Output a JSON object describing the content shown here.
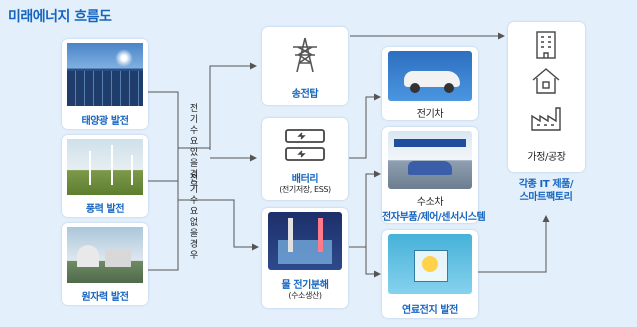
{
  "title": "미래에너지 흐름도",
  "sources": {
    "solar": "태양광 발전",
    "wind": "풍력 발전",
    "nuclear": "원자력 발전"
  },
  "conditions": {
    "surplus": [
      "전기",
      "수요",
      "있을",
      "경우"
    ],
    "deficit": [
      "전기",
      "수요",
      "없을",
      "경우"
    ]
  },
  "middle": {
    "transmission": "송전탑",
    "battery": "배터리",
    "battery_sub": "(전기저장, ESS)",
    "electrolysis": "물 전기분해",
    "electrolysis_sub": "(수소생산)"
  },
  "uses": {
    "ev": "전기차",
    "fcev": "수소차",
    "parts": "전자부품/제어/센서시스템",
    "fuel_cell": "연료전지 발전"
  },
  "right": {
    "home": "가정/공장",
    "product": [
      "각종 IT 제품/",
      "스마트팩토리"
    ]
  },
  "colors": {
    "accent": "#1565c0",
    "background": "#e3effa",
    "arrow": "#555555"
  },
  "icons": [
    "transmission-tower-icon",
    "battery-icon",
    "building-icon",
    "house-icon",
    "factory-icon"
  ]
}
